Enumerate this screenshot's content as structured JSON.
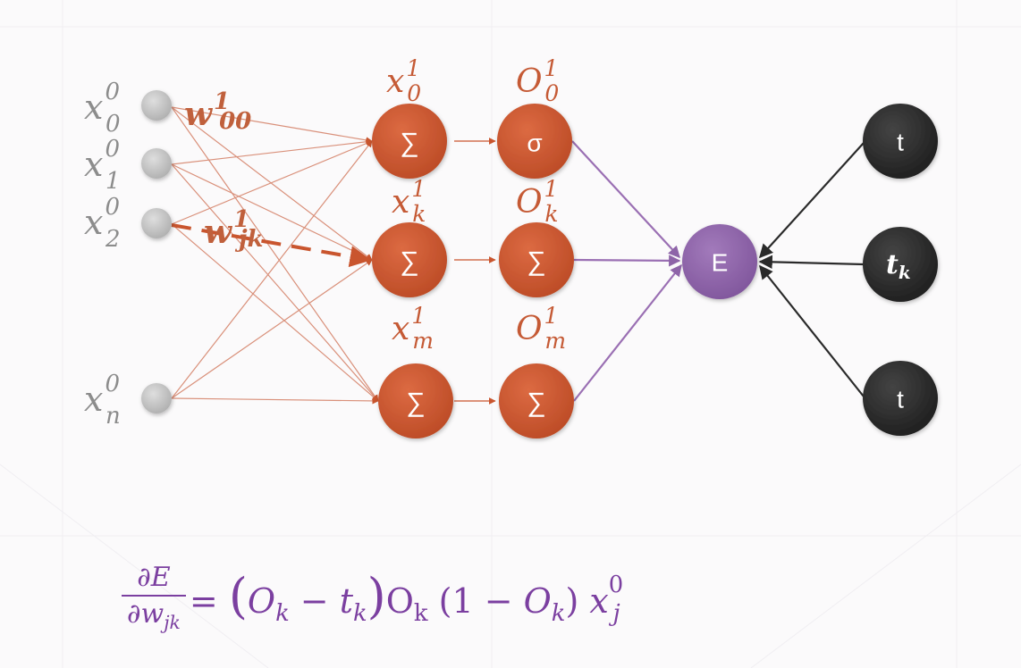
{
  "inputs": [
    {
      "base": "x",
      "sub": "0",
      "sup": "0"
    },
    {
      "base": "x",
      "sub": "1",
      "sup": "0"
    },
    {
      "base": "x",
      "sub": "2",
      "sup": "0"
    },
    {
      "base": "x",
      "sub": "n",
      "sup": "0"
    }
  ],
  "weights": [
    {
      "base": "w",
      "sub": "00",
      "sup": "1"
    },
    {
      "base": "w",
      "sub": "jk",
      "sup": "1"
    }
  ],
  "hidden_x": [
    {
      "base": "x",
      "sub": "0",
      "sup": "1"
    },
    {
      "base": "x",
      "sub": "k",
      "sup": "1"
    },
    {
      "base": "x",
      "sub": "m",
      "sup": "1"
    }
  ],
  "hidden_o": [
    {
      "base": "O",
      "sub": "0",
      "sup": "1"
    },
    {
      "base": "O",
      "sub": "k",
      "sup": "1"
    },
    {
      "base": "O",
      "sub": "m",
      "sup": "1"
    }
  ],
  "sum_nodes": [
    "∑",
    "∑",
    "∑"
  ],
  "act_nodes": [
    "σ",
    "∑",
    "∑"
  ],
  "error_node": "E",
  "target_nodes": [
    "t",
    "t",
    "t"
  ],
  "target_k_label": {
    "base": "t",
    "sub": "k"
  },
  "colors": {
    "input_node": "#c4c4c4",
    "hidden_node": "#c9552e",
    "error_node": "#8e64a8",
    "target_node": "#2c2c2c",
    "input_edge": "#d9907a",
    "output_edge": "#9a6fb3",
    "target_edge": "#2a2a2a",
    "formula": "#7b3fa0"
  },
  "formula": {
    "num": "∂E",
    "den_base": "∂w",
    "den_sub": "jk",
    "equals": "=",
    "open_paren": "(",
    "o1": "O",
    "o1_sub": "k",
    "minus": " − ",
    "t": "t",
    "t_sub": "k",
    "close_paren": ")",
    "o2": "O",
    "o2_sub": "k",
    "paren2_open": " (1 − ",
    "o3": "O",
    "o3_sub": "k",
    "paren2_close": ") ",
    "x": "x",
    "x_sub": "j",
    "x_sup": "0"
  }
}
